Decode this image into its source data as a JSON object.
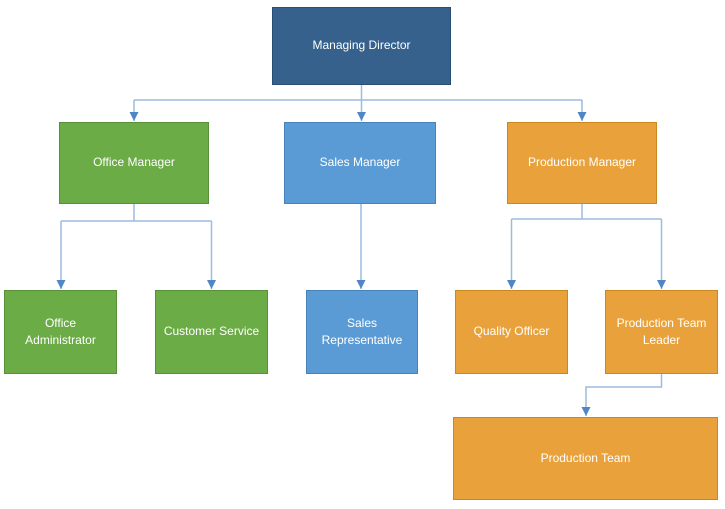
{
  "diagram": {
    "kind": "organization-chart",
    "background_color": "#FFFFFF",
    "connector": {
      "line_color": "#9BBBE0",
      "arrow_color": "#4E86C6"
    },
    "palette": {
      "navy": "#35618C",
      "green": "#6BAC46",
      "blue": "#5B9BD5",
      "orange": "#E9A23B"
    },
    "nodes": {
      "managing_director": {
        "label": "Managing Director",
        "color": "#35618C"
      },
      "office_manager": {
        "label": "Office Manager",
        "color": "#6BAC46"
      },
      "sales_manager": {
        "label": "Sales Manager",
        "color": "#5B9BD5"
      },
      "production_manager": {
        "label": "Production Manager",
        "color": "#E9A23B"
      },
      "office_administrator": {
        "label": "Office Administrator",
        "color": "#6BAC46"
      },
      "customer_service": {
        "label": "Customer Service",
        "color": "#6BAC46"
      },
      "sales_representative": {
        "label": "Sales Representative",
        "color": "#5B9BD5"
      },
      "quality_officer": {
        "label": "Quality Officer",
        "color": "#E9A23B"
      },
      "production_team_leader": {
        "label": "Production Team Leader",
        "color": "#E9A23B"
      },
      "production_team": {
        "label": "Production Team",
        "color": "#E9A23B"
      }
    },
    "edges": [
      {
        "from": "managing_director",
        "to": "office_manager"
      },
      {
        "from": "managing_director",
        "to": "sales_manager"
      },
      {
        "from": "managing_director",
        "to": "production_manager"
      },
      {
        "from": "office_manager",
        "to": "office_administrator"
      },
      {
        "from": "office_manager",
        "to": "customer_service"
      },
      {
        "from": "sales_manager",
        "to": "sales_representative"
      },
      {
        "from": "production_manager",
        "to": "quality_officer"
      },
      {
        "from": "production_manager",
        "to": "production_team_leader"
      },
      {
        "from": "production_team_leader",
        "to": "production_team"
      }
    ]
  }
}
